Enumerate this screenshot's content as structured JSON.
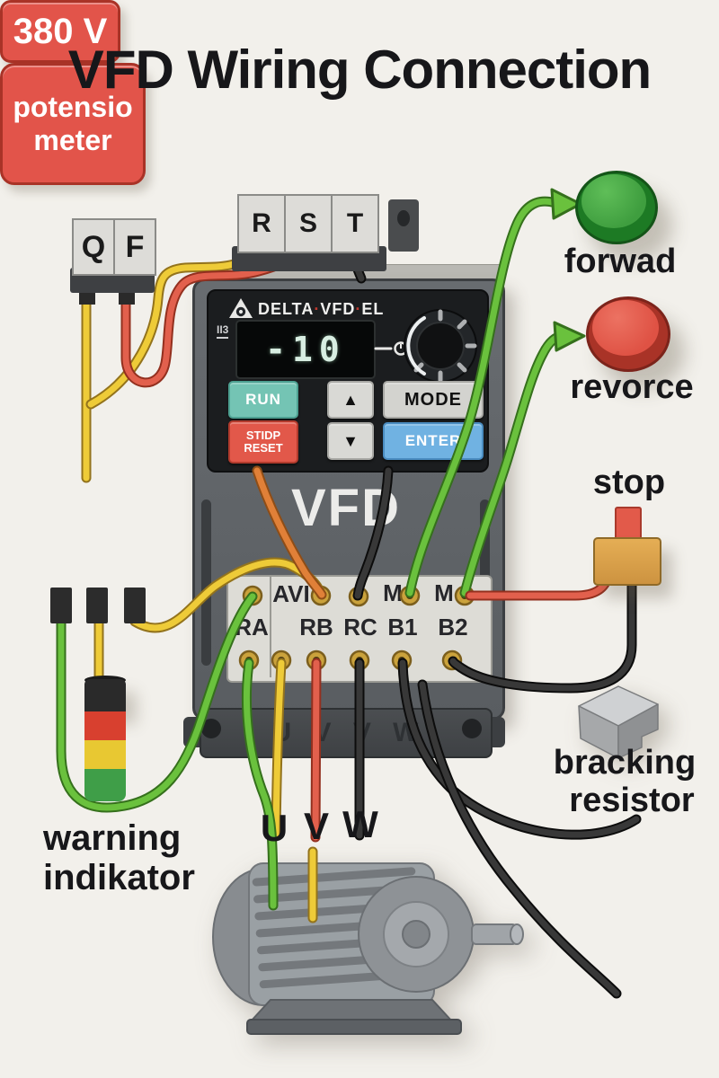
{
  "title": "VFD Wiring Connection",
  "colors": {
    "background": "#f2f0eb",
    "wire_yellow": "#eecb38",
    "wire_red": "#e2604d",
    "wire_green": "#6ac13d",
    "wire_black": "#383838",
    "wire_orange": "#e08038",
    "accent_red": "#e2544a",
    "vfd_body": "#5f6367",
    "keypad_panel": "#1b1d1f",
    "run_button": "#74c4b4",
    "enter_button": "#70b2e2",
    "stop_reset_button": "#e2584a",
    "mode_button": "#d3d3cf",
    "forward_button": "#4fae4b",
    "reverse_button": "#e2594b",
    "stop_switch": "#dca44e"
  },
  "power": {
    "voltage": "380 V",
    "breaker": {
      "pole1": "Q",
      "pole2": "F"
    },
    "terminals": {
      "r": "R",
      "s": "S",
      "t": "T"
    }
  },
  "vfd": {
    "brand": {
      "logo": "delta-triangle-icon",
      "name": "DELTA",
      "sep": "·",
      "model1": "VFD",
      "model2": "EL"
    },
    "badge": "II3",
    "display": "-10",
    "keypad": {
      "run": "RUN",
      "stop_line1": "STIDP",
      "stop_line2": "RESET",
      "mode": "MODE",
      "enter": "ENTER",
      "up": "▲",
      "down": "▼"
    },
    "label": "VFD",
    "terminals": {
      "avi": "AVI",
      "m1": "M",
      "m2": "M",
      "ra": "RA",
      "rb": "RB",
      "rc": "RC",
      "b1": "B1",
      "b2": "B2"
    },
    "base_marks": "U V V W"
  },
  "outputs": {
    "u": "U",
    "v": "V",
    "w": "W"
  },
  "right": {
    "forward": "forwad",
    "reverse": "revorce",
    "stop": "stop",
    "brake_line1": "bracking",
    "brake_line2": "resistor"
  },
  "left": {
    "pot_line1": "potensio",
    "pot_line2": "meter",
    "warning_line1": "warning",
    "warning_line2": "indikator"
  }
}
